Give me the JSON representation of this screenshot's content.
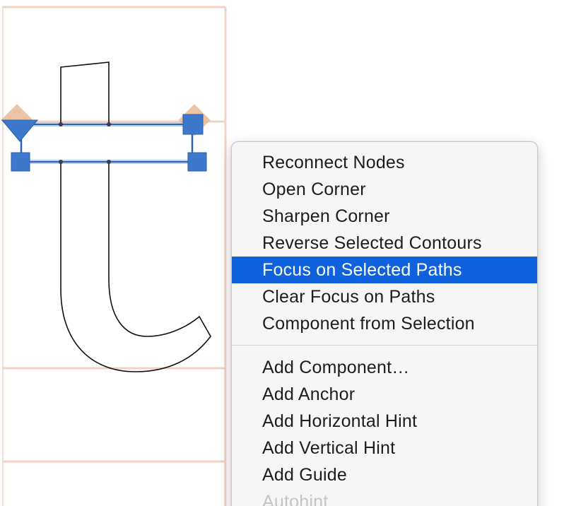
{
  "canvas": {
    "glyph_char": "t",
    "colors": {
      "metric_line": "#f1d3c4",
      "outline": "#111111",
      "node_fill": "#3d78cc",
      "node_halo": "#e6b48f",
      "selected_segment": "#8fb3e0"
    }
  },
  "context_menu": {
    "group_1": [
      {
        "label": "Reconnect Nodes",
        "state": "normal"
      },
      {
        "label": "Open Corner",
        "state": "normal"
      },
      {
        "label": "Sharpen Corner",
        "state": "normal"
      },
      {
        "label": "Reverse Selected Contours",
        "state": "normal"
      },
      {
        "label": "Focus on Selected Paths",
        "state": "highlighted"
      },
      {
        "label": "Clear Focus on Paths",
        "state": "normal"
      },
      {
        "label": "Component from Selection",
        "state": "normal"
      }
    ],
    "group_2": [
      {
        "label": "Add Component…",
        "state": "normal"
      },
      {
        "label": "Add Anchor",
        "state": "normal"
      },
      {
        "label": "Add Horizontal Hint",
        "state": "normal"
      },
      {
        "label": "Add Vertical Hint",
        "state": "normal"
      },
      {
        "label": "Add Guide",
        "state": "normal"
      },
      {
        "label": "Autohint",
        "state": "disabled"
      }
    ],
    "colors": {
      "highlight": "#0f62db",
      "background": "#f6f6f6",
      "text": "#1d1d1d",
      "disabled_text": "#c4c4c4"
    }
  }
}
